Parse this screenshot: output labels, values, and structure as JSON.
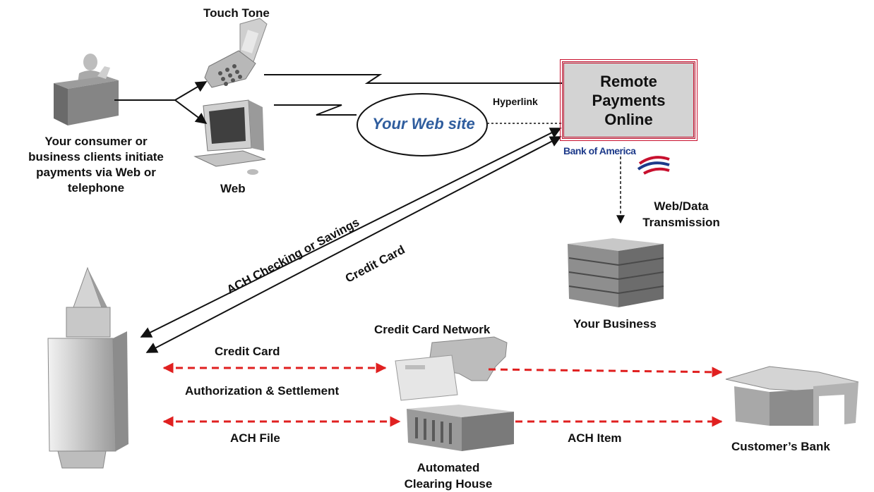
{
  "actors": {
    "clients_label": "Your consumer or business clients initiate payments via Web or telephone",
    "clients_lines": [
      "Your consumer or",
      "business clients initiate",
      "payments via Web or",
      "telephone"
    ],
    "touch_tone": "Touch Tone",
    "web": "Web",
    "your_web_site": "Your Web site",
    "hyperlink": "Hyperlink",
    "remote_payments_lines": [
      "Remote",
      "Payments",
      "Online"
    ],
    "bank_logo_text": "Bank of America",
    "web_data_transmission_lines": [
      "Web/Data",
      "Transmission"
    ],
    "your_business": "Your Business",
    "customers_bank": "Customer’s Bank"
  },
  "flows": {
    "ach_checking": "ACH Checking or Savings",
    "credit_card_diag": "Credit Card",
    "credit_card": "Credit Card",
    "auth_settlement": "Authorization & Settlement",
    "ach_file": "ACH File",
    "ach_item": "ACH Item",
    "credit_card_network": "Credit Card Network",
    "automated_clearing_lines": [
      "Automated",
      "Clearing House"
    ]
  },
  "colors": {
    "accent_red": "#c8102e",
    "dashed_red": "#e02020",
    "web_site_blue": "#2f5d9e",
    "bank_blue": "#1d3a8a",
    "box_gray": "#d3d3d3"
  }
}
